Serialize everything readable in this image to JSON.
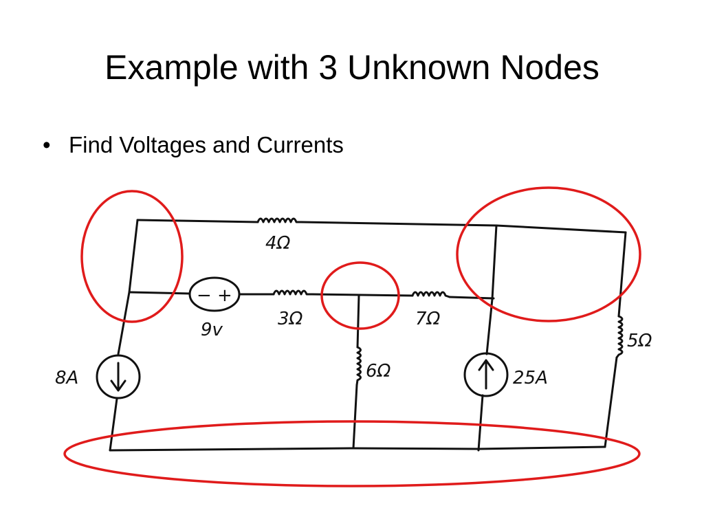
{
  "slide": {
    "title": "Example with 3 Unknown Nodes",
    "bullets": [
      {
        "marker": "•",
        "text": "Find Voltages and Currents"
      }
    ]
  },
  "circuit": {
    "components": {
      "r_top": {
        "label": "4Ω"
      },
      "voltage_source": {
        "label": "9v",
        "polarity_minus": "−",
        "polarity_plus": "+"
      },
      "r_3": {
        "label": "3Ω"
      },
      "r_7": {
        "label": "7Ω"
      },
      "r_6": {
        "label": "6Ω"
      },
      "r_5": {
        "label": "5Ω"
      },
      "current_source_left": {
        "label": "8A",
        "direction": "down"
      },
      "current_source_right": {
        "label": "25A",
        "direction": "up"
      }
    },
    "highlight_color": "#e01b1b",
    "wire_color": "#111111"
  }
}
